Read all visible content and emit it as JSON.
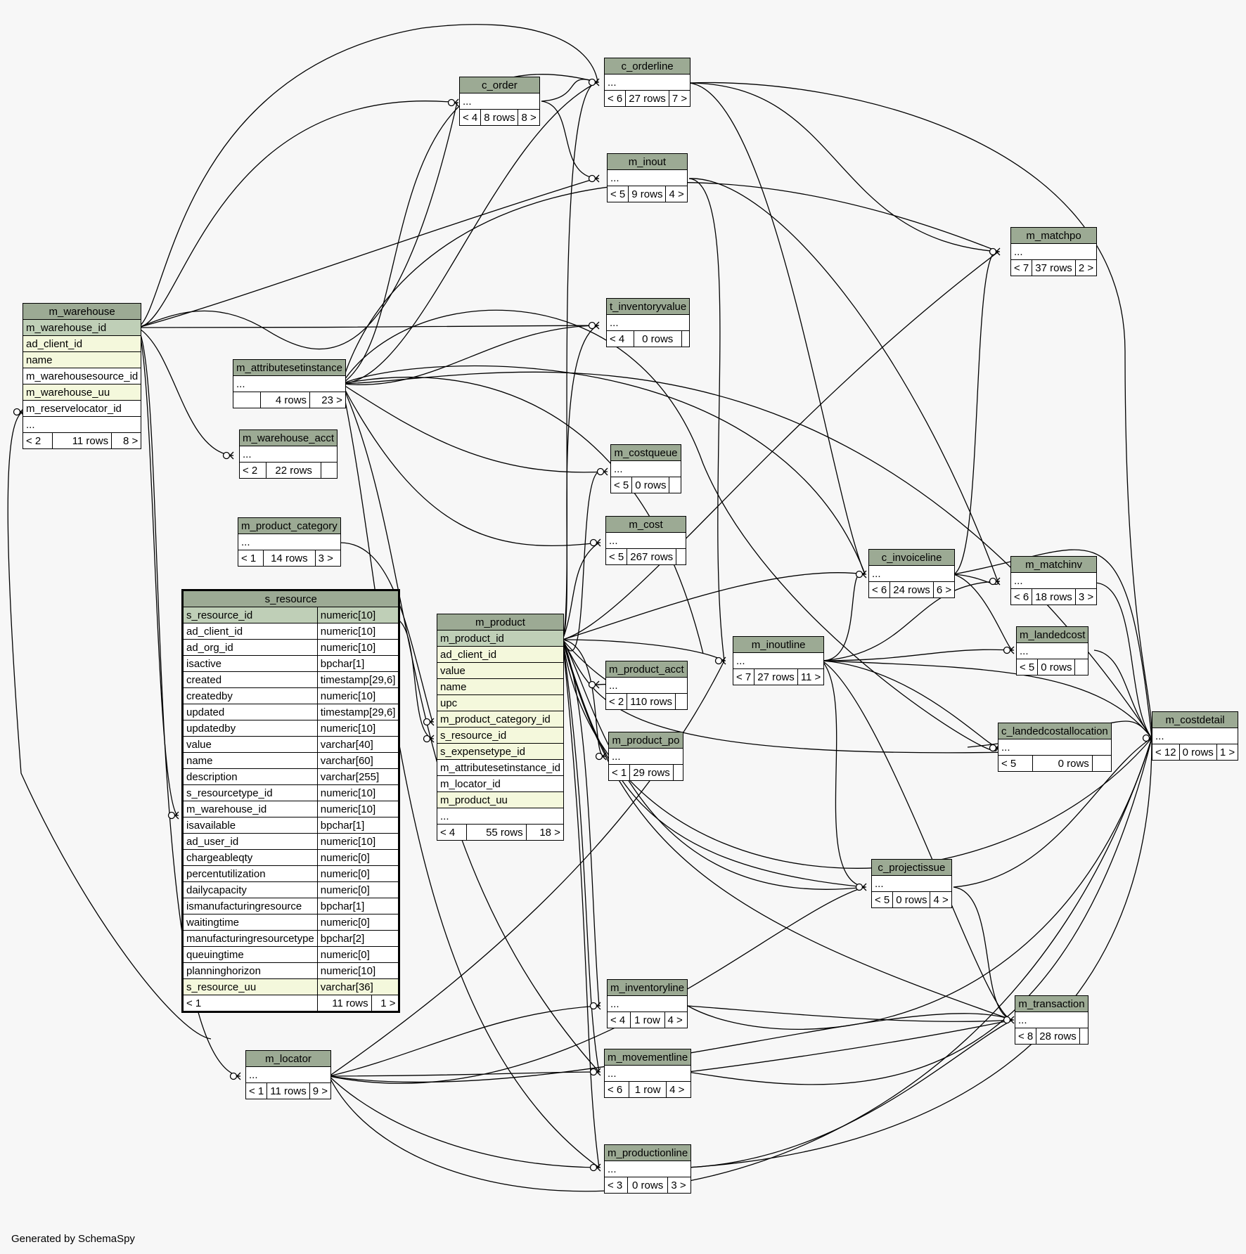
{
  "footer": "Generated by SchemaSpy",
  "tables": {
    "m_warehouse": {
      "name": "m_warehouse",
      "columns": [
        "m_warehouse_id",
        "ad_client_id",
        "name",
        "m_warehousesource_id",
        "m_warehouse_uu",
        "m_reservelocator_id",
        "..."
      ],
      "stats": [
        "< 2",
        "11 rows",
        "8 >"
      ]
    },
    "c_order": {
      "name": "c_order",
      "columns": [
        "..."
      ],
      "stats": [
        "< 4",
        "8 rows",
        "8 >"
      ]
    },
    "c_orderline": {
      "name": "c_orderline",
      "columns": [
        "..."
      ],
      "stats": [
        "< 6",
        "27 rows",
        "7 >"
      ]
    },
    "m_inout": {
      "name": "m_inout",
      "columns": [
        "..."
      ],
      "stats": [
        "< 5",
        "9 rows",
        "4 >"
      ]
    },
    "m_matchpo": {
      "name": "m_matchpo",
      "columns": [
        "..."
      ],
      "stats": [
        "< 7",
        "37 rows",
        "2 >"
      ]
    },
    "t_inventoryvalue": {
      "name": "t_inventoryvalue",
      "columns": [
        "..."
      ],
      "stats": [
        "< 4",
        "0 rows",
        ""
      ]
    },
    "m_attributesetinstance": {
      "name": "m_attributesetinstance",
      "columns": [
        "..."
      ],
      "stats": [
        "",
        "4 rows",
        "23 >"
      ]
    },
    "m_warehouse_acct": {
      "name": "m_warehouse_acct",
      "columns": [
        "..."
      ],
      "stats": [
        "< 2",
        "22 rows",
        ""
      ]
    },
    "m_costqueue": {
      "name": "m_costqueue",
      "columns": [
        "..."
      ],
      "stats": [
        "< 5",
        "0 rows",
        ""
      ]
    },
    "m_product_category": {
      "name": "m_product_category",
      "columns": [
        "..."
      ],
      "stats": [
        "< 1",
        "14 rows",
        "3 >"
      ]
    },
    "m_cost": {
      "name": "m_cost",
      "columns": [
        "..."
      ],
      "stats": [
        "< 5",
        "267 rows",
        ""
      ]
    },
    "c_invoiceline": {
      "name": "c_invoiceline",
      "columns": [
        "..."
      ],
      "stats": [
        "< 6",
        "24 rows",
        "6 >"
      ]
    },
    "m_matchinv": {
      "name": "m_matchinv",
      "columns": [
        "..."
      ],
      "stats": [
        "< 6",
        "18 rows",
        "3 >"
      ]
    },
    "s_resource": {
      "name": "s_resource",
      "columns": [
        [
          "s_resource_id",
          "numeric[10]"
        ],
        [
          "ad_client_id",
          "numeric[10]"
        ],
        [
          "ad_org_id",
          "numeric[10]"
        ],
        [
          "isactive",
          "bpchar[1]"
        ],
        [
          "created",
          "timestamp[29,6]"
        ],
        [
          "createdby",
          "numeric[10]"
        ],
        [
          "updated",
          "timestamp[29,6]"
        ],
        [
          "updatedby",
          "numeric[10]"
        ],
        [
          "value",
          "varchar[40]"
        ],
        [
          "name",
          "varchar[60]"
        ],
        [
          "description",
          "varchar[255]"
        ],
        [
          "s_resourcetype_id",
          "numeric[10]"
        ],
        [
          "m_warehouse_id",
          "numeric[10]"
        ],
        [
          "isavailable",
          "bpchar[1]"
        ],
        [
          "ad_user_id",
          "numeric[10]"
        ],
        [
          "chargeableqty",
          "numeric[0]"
        ],
        [
          "percentutilization",
          "numeric[0]"
        ],
        [
          "dailycapacity",
          "numeric[0]"
        ],
        [
          "ismanufacturingresource",
          "bpchar[1]"
        ],
        [
          "waitingtime",
          "numeric[0]"
        ],
        [
          "manufacturingresourcetype",
          "bpchar[2]"
        ],
        [
          "queuingtime",
          "numeric[0]"
        ],
        [
          "planninghorizon",
          "numeric[10]"
        ],
        [
          "s_resource_uu",
          "varchar[36]"
        ]
      ],
      "stats": [
        "< 1",
        "11 rows",
        "1 >"
      ]
    },
    "m_product": {
      "name": "m_product",
      "columns": [
        "m_product_id",
        "ad_client_id",
        "value",
        "name",
        "upc",
        "m_product_category_id",
        "s_resource_id",
        "s_expensetype_id",
        "m_attributesetinstance_id",
        "m_locator_id",
        "m_product_uu",
        "..."
      ],
      "stats": [
        "< 4",
        "55 rows",
        "18 >"
      ]
    },
    "m_landedcost": {
      "name": "m_landedcost",
      "columns": [
        "..."
      ],
      "stats": [
        "< 5",
        "0 rows",
        ""
      ]
    },
    "m_inoutline": {
      "name": "m_inoutline",
      "columns": [
        "..."
      ],
      "stats": [
        "< 7",
        "27 rows",
        "11 >"
      ]
    },
    "m_product_acct": {
      "name": "m_product_acct",
      "columns": [
        "..."
      ],
      "stats": [
        "< 2",
        "110 rows",
        ""
      ]
    },
    "m_costdetail": {
      "name": "m_costdetail",
      "columns": [
        "..."
      ],
      "stats": [
        "< 12",
        "0 rows",
        "1 >"
      ]
    },
    "c_landedcostallocation": {
      "name": "c_landedcostallocation",
      "columns": [
        "..."
      ],
      "stats": [
        "< 5",
        "0 rows",
        ""
      ]
    },
    "m_product_po": {
      "name": "m_product_po",
      "columns": [
        "..."
      ],
      "stats": [
        "< 1",
        "29 rows",
        ""
      ]
    },
    "c_projectissue": {
      "name": "c_projectissue",
      "columns": [
        "..."
      ],
      "stats": [
        "< 5",
        "0 rows",
        "4 >"
      ]
    },
    "m_inventoryline": {
      "name": "m_inventoryline",
      "columns": [
        "..."
      ],
      "stats": [
        "< 4",
        "1 row",
        "4 >"
      ]
    },
    "m_transaction": {
      "name": "m_transaction",
      "columns": [
        "..."
      ],
      "stats": [
        "< 8",
        "28 rows",
        ""
      ]
    },
    "m_locator": {
      "name": "m_locator",
      "columns": [
        "..."
      ],
      "stats": [
        "< 1",
        "11 rows",
        "9 >"
      ]
    },
    "m_movementline": {
      "name": "m_movementline",
      "columns": [
        "..."
      ],
      "stats": [
        "< 6",
        "1 row",
        "4 >"
      ]
    },
    "m_productionline": {
      "name": "m_productionline",
      "columns": [
        "..."
      ],
      "stats": [
        "< 3",
        "0 rows",
        "3 >"
      ]
    }
  }
}
